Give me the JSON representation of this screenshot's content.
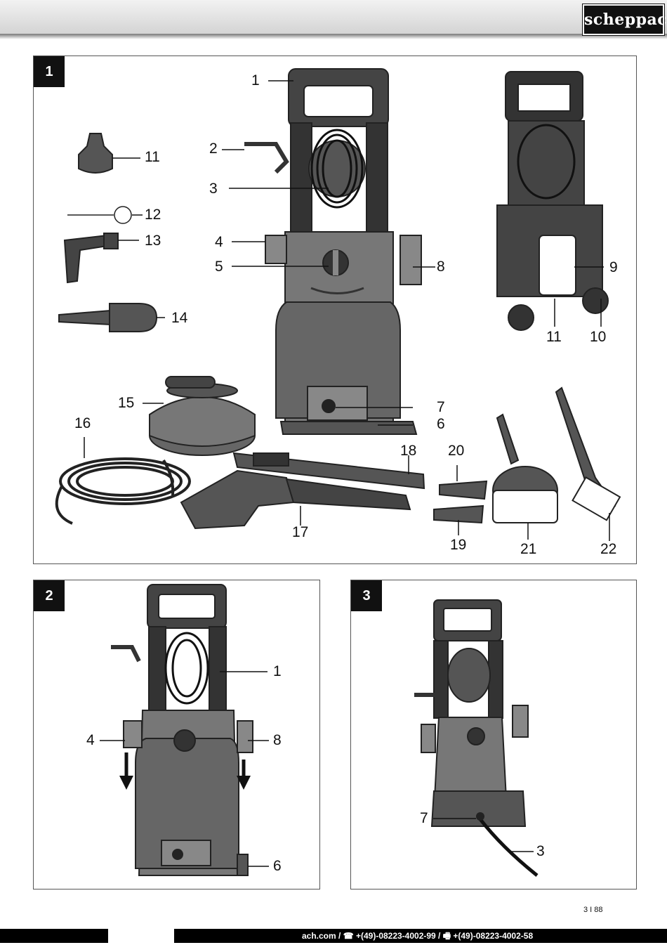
{
  "brand": {
    "logo_text": "scheppach"
  },
  "panels": [
    {
      "number": "1",
      "labels": [
        "1",
        "2",
        "3",
        "4",
        "5",
        "6",
        "7",
        "8",
        "9",
        "10",
        "11",
        "11",
        "12",
        "13",
        "14",
        "15",
        "16",
        "17",
        "18",
        "19",
        "20",
        "21",
        "22"
      ]
    },
    {
      "number": "2",
      "labels": [
        "1",
        "4",
        "8",
        "6"
      ]
    },
    {
      "number": "3",
      "labels": [
        "7",
        "3"
      ]
    }
  ],
  "footer": {
    "page": "3 I 88",
    "contact": "ach.com / ☎ +(49)-08223-4002-99 / 🖷 +(49)-08223-4002-58"
  }
}
